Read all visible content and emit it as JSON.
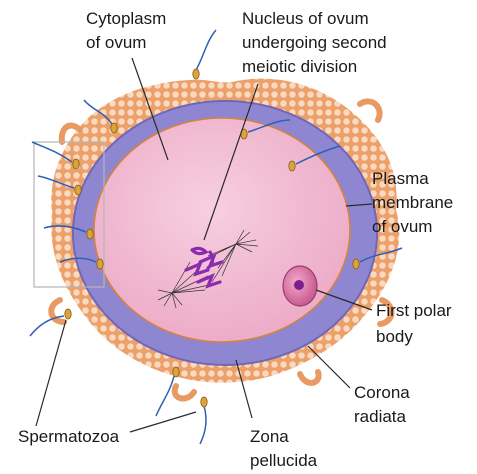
{
  "labels": {
    "cytoplasm": [
      "Cytoplasm",
      "of ovum"
    ],
    "nucleus": [
      "Nucleus of ovum",
      "undergoing second",
      "meiotic division"
    ],
    "plasma_membrane": [
      "Plasma",
      "membrane",
      "of ovum"
    ],
    "first_polar_body": [
      "First polar",
      "body"
    ],
    "corona_radiata": [
      "Corona",
      "radiata"
    ],
    "zona_pellucida": [
      "Zona",
      "pellucida"
    ],
    "spermatozoa": [
      "Spermatozoa"
    ]
  },
  "colors": {
    "cytoplasm": "#f2b7d0",
    "zona_pellucida": "#8f86d2",
    "corona_radiata": "#f1b98a",
    "chromosomes": "#8a2bb0",
    "polar_body": "#e07aa8",
    "sperm_tail": "#2f5fb5",
    "sperm_head": "#d9a43a"
  }
}
